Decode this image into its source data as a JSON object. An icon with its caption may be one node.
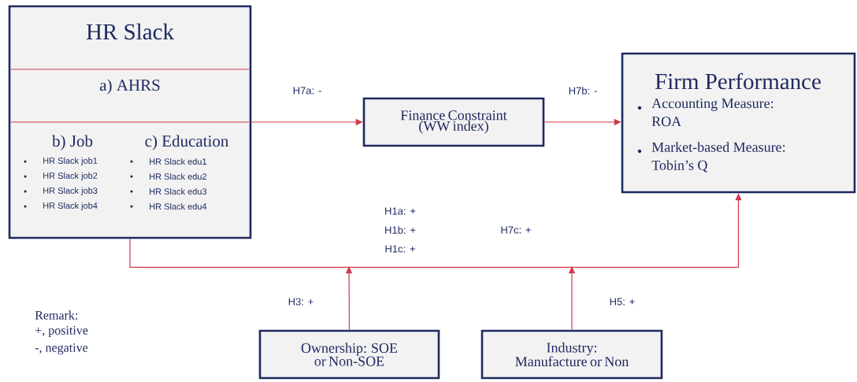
{
  "diagram": {
    "nodes": [
      {
        "text": [
          "HR Slack",
          "a) AHRS",
          "b) Job",
          "c) Education",
          "HR Slack job1",
          "HR Slack job2",
          "HR Slack job3",
          "HR Slack job4",
          "HR Slack edu1",
          "HR Slack edu2",
          "HR Slack edu3",
          "HR Slack edu4"
        ]
      },
      {
        "text": [
          "Finance Constraint (WW index)"
        ]
      },
      {
        "text": [
          "Firm Performance",
          "Accounting Measure: ROA",
          "Market-based Measure: Tobin’s Q"
        ]
      },
      {
        "text": [
          "Ownership: SOE or Non-SOE"
        ]
      },
      {
        "text": [
          "Industry: Manufacture or Non"
        ]
      }
    ],
    "edges": [
      {
        "from": 0,
        "to": 1,
        "arrow": "to",
        "label": "H7a: -"
      },
      {
        "from": 1,
        "to": 2,
        "arrow": "to",
        "label": "H7b: -"
      },
      {
        "from": 0,
        "to": 2,
        "arrow": "to"
      },
      {
        "from": 3,
        "to": null,
        "arrow": "to",
        "label": "H3: +"
      },
      {
        "from": 4,
        "to": null,
        "arrow": "to",
        "label": "H5: +"
      }
    ],
    "labels": [
      "H1a: +",
      "H1b: +",
      "H1c: +",
      "H7c: +",
      "Remark:",
      "+, positive",
      "-,  negative"
    ]
  }
}
